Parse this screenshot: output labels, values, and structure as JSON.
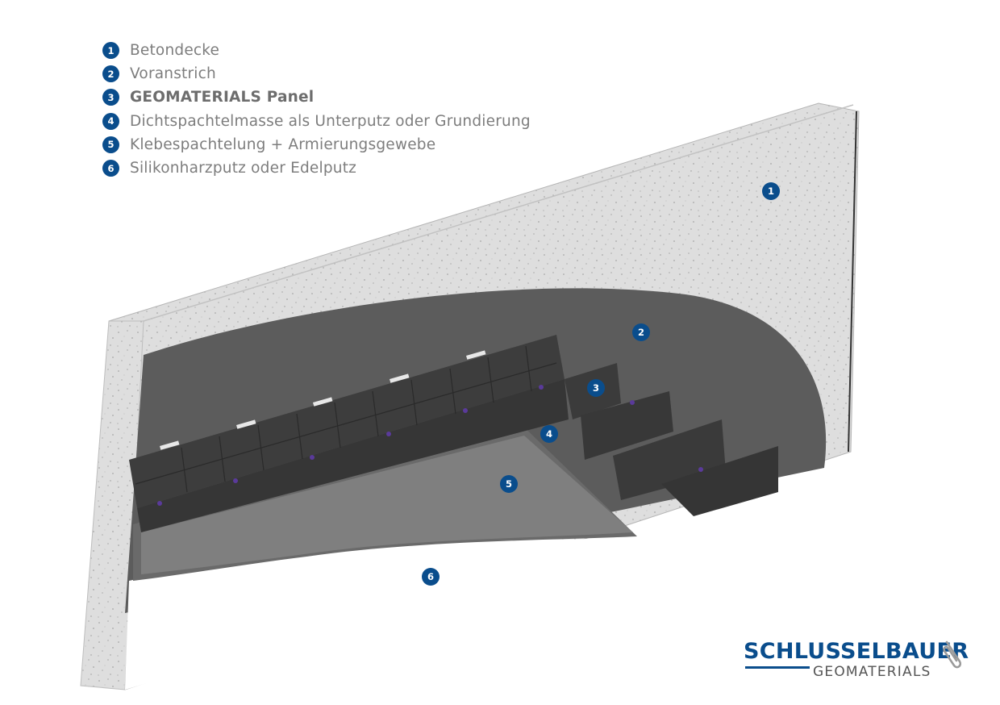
{
  "legend": [
    {
      "num": "1",
      "label": "Betondecke"
    },
    {
      "num": "2",
      "label": "Voranstrich"
    },
    {
      "num": "3",
      "label": "GEOMATERIALS Panel"
    },
    {
      "num": "4",
      "label": "Dichtspachtelmasse als Unterputz oder Grundierung"
    },
    {
      "num": "5",
      "label": "Klebespachtelung + Armierungsgewebe"
    },
    {
      "num": "6",
      "label": "Silikonharzputz oder Edelputz"
    }
  ],
  "markers": [
    "1",
    "2",
    "3",
    "4",
    "5",
    "6"
  ],
  "logo": {
    "main": "SCHLUSSELBAUER",
    "sub": "GEOMATERIALS"
  },
  "colors": {
    "accent": "#0a4d8c",
    "concrete": "#dcdcdc",
    "primer": "#5e5e5e",
    "panel": "#3a3a3a"
  }
}
